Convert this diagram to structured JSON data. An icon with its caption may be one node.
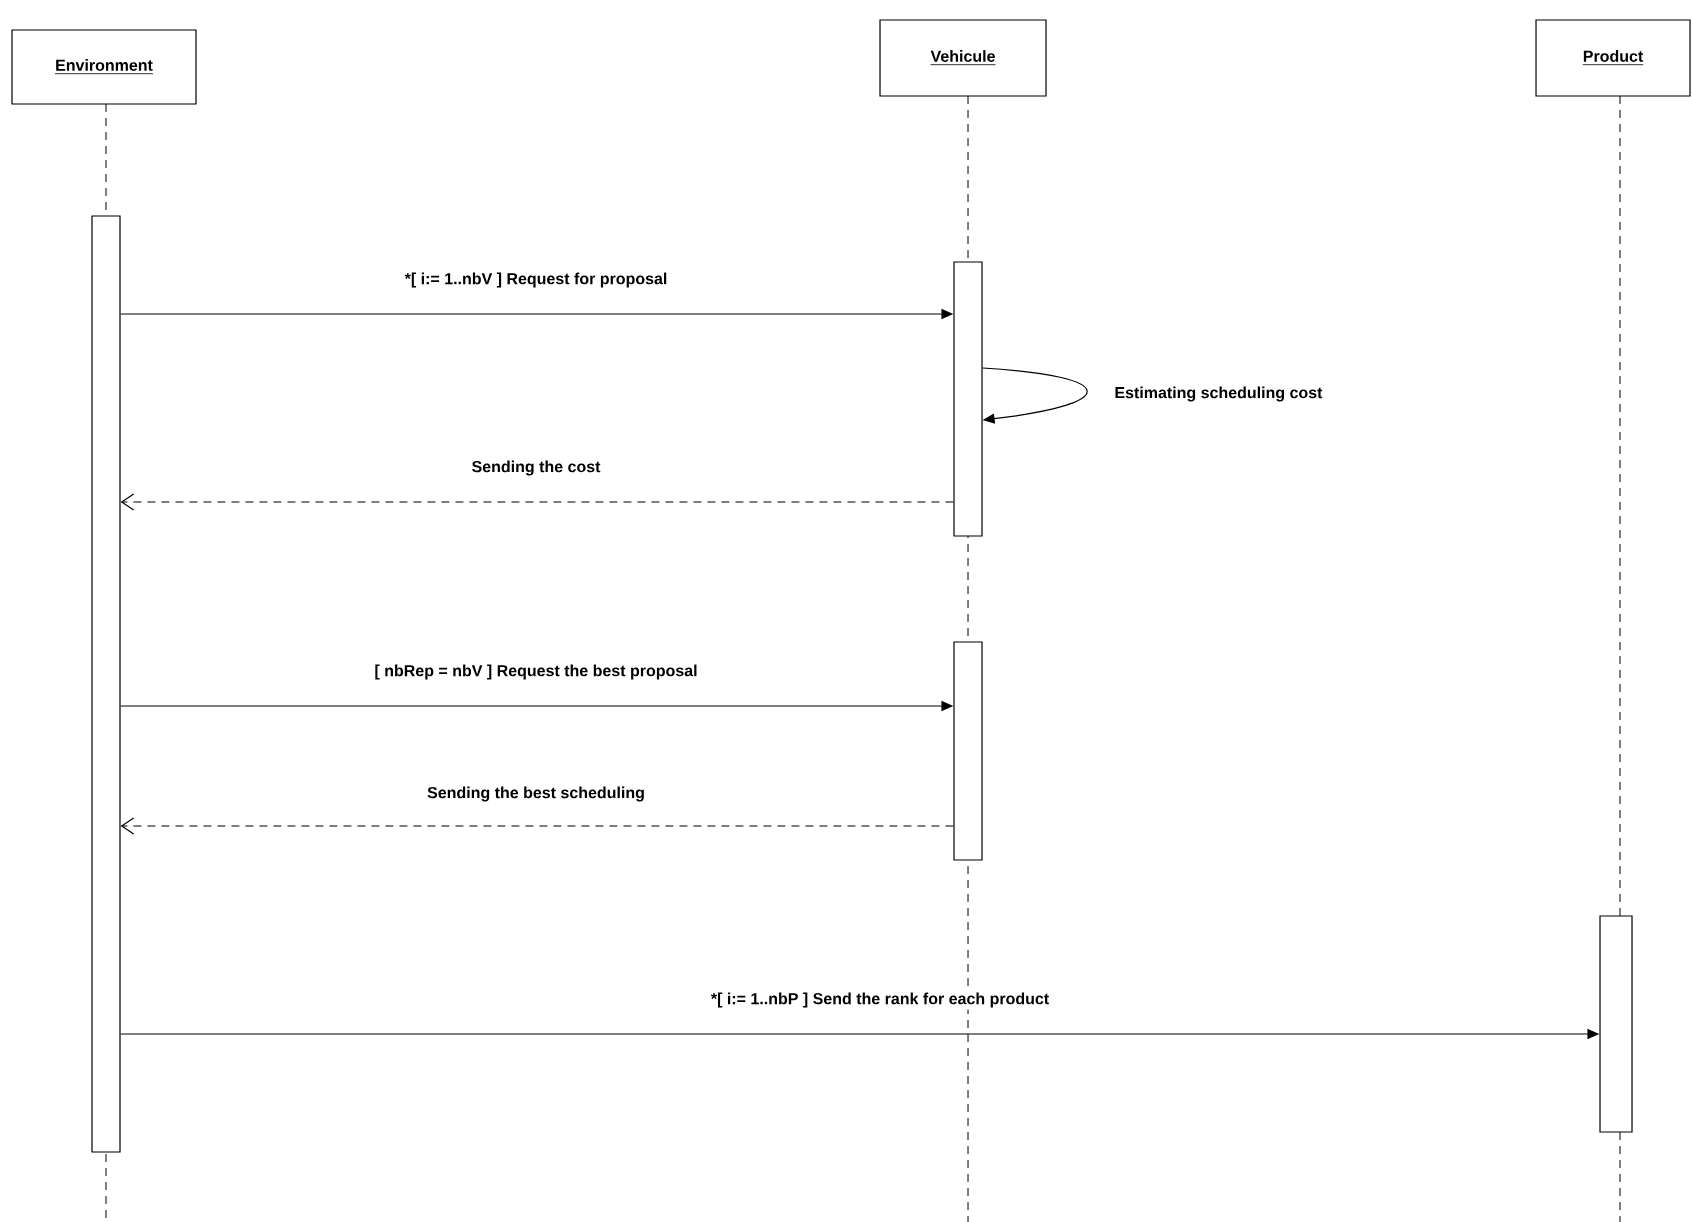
{
  "diagram": {
    "nodes": [
      {
        "text": [
          "Environment"
        ]
      },
      {
        "text": [
          "Vehicule"
        ]
      },
      {
        "text": [
          "Product"
        ]
      },
      {
        "text": [],
        "shape": "bar"
      },
      {
        "text": [],
        "shape": "bar"
      },
      {
        "text": [],
        "shape": "bar"
      },
      {
        "text": [],
        "shape": "bar"
      }
    ],
    "edges": [
      {
        "from": 3,
        "to": 4,
        "arrow": "to",
        "label": "*[ i:= 1..nbV ] Request for proposal"
      },
      {
        "from": 4,
        "to": 4,
        "arrow": "to",
        "label": "Estimating scheduling cost"
      },
      {
        "from": 4,
        "to": 3,
        "arrow": "to",
        "style": "dashed",
        "label": "Sending the cost"
      },
      {
        "from": 3,
        "to": 5,
        "arrow": "to",
        "label": "[ nbRep = nbV ] Request the best proposal"
      },
      {
        "from": 5,
        "to": 3,
        "arrow": "to",
        "style": "dashed",
        "label": "Sending the best scheduling"
      },
      {
        "from": 3,
        "to": 6,
        "arrow": "to",
        "label": "*[ i:= 1..nbP ] Send the rank for each product"
      }
    ]
  }
}
